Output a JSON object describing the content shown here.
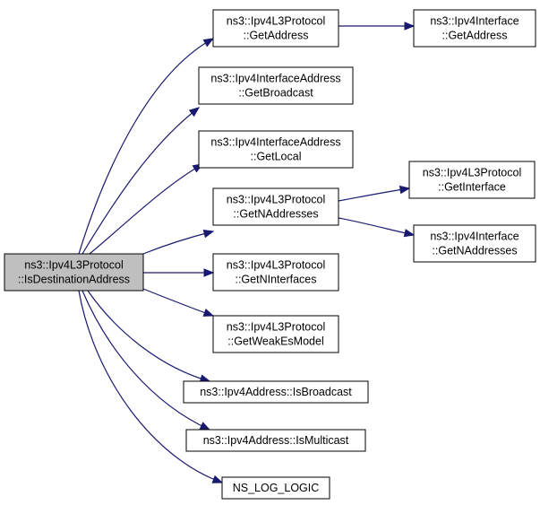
{
  "diagram": {
    "edge_color": "#191970",
    "root_fill": "#bfbfbf",
    "nodes": [
      {
        "id": "root",
        "lines": [
          "ns3::Ipv4L3Protocol",
          "::IsDestinationAddress"
        ],
        "highlighted": true
      },
      {
        "id": "l3-getaddress",
        "lines": [
          "ns3::Ipv4L3Protocol",
          "::GetAddress"
        ]
      },
      {
        "id": "if-getaddress",
        "lines": [
          "ns3::Ipv4Interface",
          "::GetAddress"
        ]
      },
      {
        "id": "ifaddr-getbroadcast",
        "lines": [
          "ns3::Ipv4InterfaceAddress",
          "::GetBroadcast"
        ]
      },
      {
        "id": "ifaddr-getlocal",
        "lines": [
          "ns3::Ipv4InterfaceAddress",
          "::GetLocal"
        ]
      },
      {
        "id": "l3-getnaddresses",
        "lines": [
          "ns3::Ipv4L3Protocol",
          "::GetNAddresses"
        ]
      },
      {
        "id": "l3-getinterface",
        "lines": [
          "ns3::Ipv4L3Protocol",
          "::GetInterface"
        ]
      },
      {
        "id": "if-getnaddresses",
        "lines": [
          "ns3::Ipv4Interface",
          "::GetNAddresses"
        ]
      },
      {
        "id": "l3-getninterfaces",
        "lines": [
          "ns3::Ipv4L3Protocol",
          "::GetNInterfaces"
        ]
      },
      {
        "id": "l3-getweakesmodel",
        "lines": [
          "ns3::Ipv4L3Protocol",
          "::GetWeakEsModel"
        ]
      },
      {
        "id": "addr-isbroadcast",
        "lines": [
          "ns3::Ipv4Address::IsBroadcast"
        ]
      },
      {
        "id": "addr-ismulticast",
        "lines": [
          "ns3::Ipv4Address::IsMulticast"
        ]
      },
      {
        "id": "ns-log-logic",
        "lines": [
          "NS_LOG_LOGIC"
        ]
      }
    ],
    "edges": [
      {
        "from": "root",
        "to": "l3-getaddress"
      },
      {
        "from": "l3-getaddress",
        "to": "if-getaddress"
      },
      {
        "from": "root",
        "to": "ifaddr-getbroadcast"
      },
      {
        "from": "root",
        "to": "ifaddr-getlocal"
      },
      {
        "from": "root",
        "to": "l3-getnaddresses"
      },
      {
        "from": "l3-getnaddresses",
        "to": "l3-getinterface"
      },
      {
        "from": "l3-getnaddresses",
        "to": "if-getnaddresses"
      },
      {
        "from": "root",
        "to": "l3-getninterfaces"
      },
      {
        "from": "root",
        "to": "l3-getweakesmodel"
      },
      {
        "from": "root",
        "to": "addr-isbroadcast"
      },
      {
        "from": "root",
        "to": "addr-ismulticast"
      },
      {
        "from": "root",
        "to": "ns-log-logic"
      }
    ]
  }
}
